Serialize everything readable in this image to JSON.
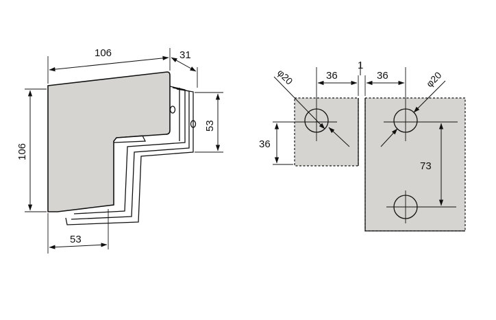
{
  "colors": {
    "part_fill": "#d6d4d0",
    "ink": "#111111",
    "background": "#ffffff"
  },
  "left_view": {
    "dim_top_width": "106",
    "dim_depth": "31",
    "dim_left_height": "106",
    "dim_right_height": "53",
    "dim_bottom_width": "53"
  },
  "right_view": {
    "dim_hole_offset_left": "36",
    "dim_gap": "1",
    "dim_hole_offset_right": "36",
    "dim_hole_diameter_left": "φ20",
    "dim_hole_diameter_right": "φ20",
    "dim_vertical_offset": "36",
    "dim_hole_spacing": "73"
  }
}
